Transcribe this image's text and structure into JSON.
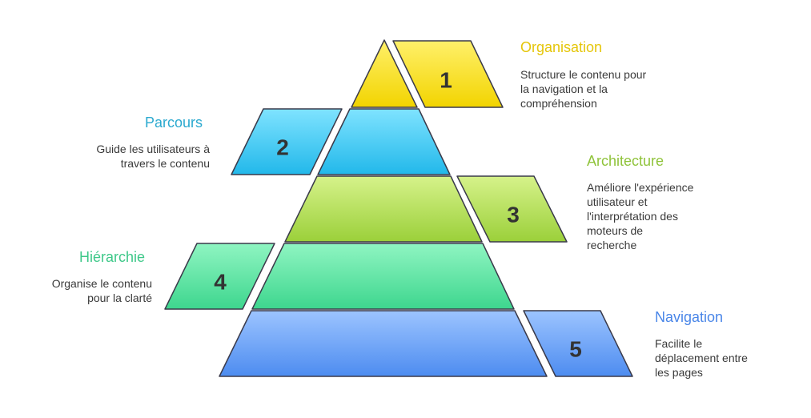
{
  "levels": [
    {
      "number": "1",
      "title": "Organisation",
      "description": "Structure le contenu pour la navigation et la compréhension",
      "color_top": "#fff06a",
      "color_bottom": "#f2d400",
      "title_color": "#e5c60a"
    },
    {
      "number": "2",
      "title": "Parcours",
      "description": "Guide les utilisateurs à travers le contenu",
      "color_top": "#7fe3ff",
      "color_bottom": "#22b8ea",
      "title_color": "#2aa9cf"
    },
    {
      "number": "3",
      "title": "Architecture",
      "description": "Améliore l'expérience utilisateur et l'interprétation des moteurs de recherche",
      "color_top": "#d6f28a",
      "color_bottom": "#9bd03a",
      "title_color": "#8fc33a"
    },
    {
      "number": "4",
      "title": "Hiérarchie",
      "description": "Organise le contenu pour la clarté",
      "color_top": "#8ff5c2",
      "color_bottom": "#3ed68e",
      "title_color": "#3ec889"
    },
    {
      "number": "5",
      "title": "Navigation",
      "description": "Facilite le déplacement entre les pages",
      "color_top": "#9cc4ff",
      "color_bottom": "#4d8cf0",
      "title_color": "#4a86e8"
    }
  ]
}
